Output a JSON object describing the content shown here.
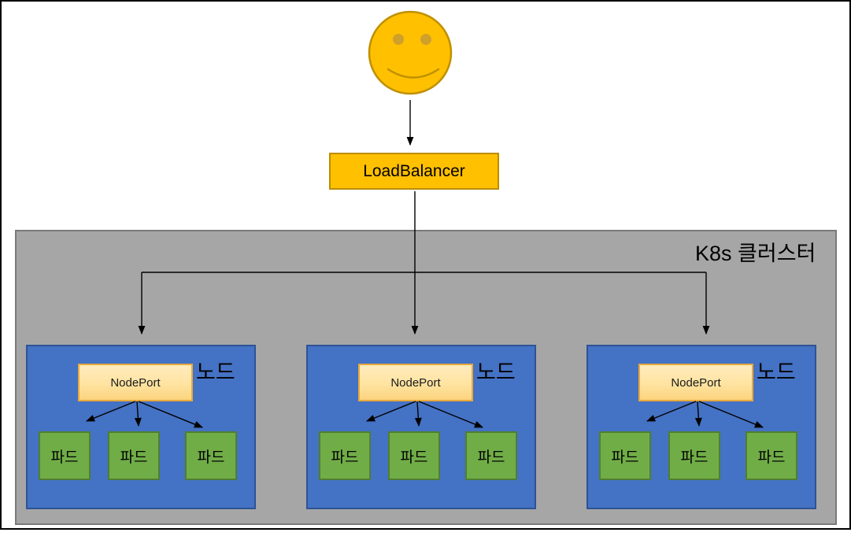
{
  "user": {
    "icon": "smiley-face-icon"
  },
  "load_balancer": {
    "label": "LoadBalancer"
  },
  "cluster": {
    "label": "K8s 클러스터",
    "nodes": [
      {
        "label": "노드",
        "node_port_label": "NodePort",
        "pods": [
          "파드",
          "파드",
          "파드"
        ]
      },
      {
        "label": "노드",
        "node_port_label": "NodePort",
        "pods": [
          "파드",
          "파드",
          "파드"
        ]
      },
      {
        "label": "노드",
        "node_port_label": "NodePort",
        "pods": [
          "파드",
          "파드",
          "파드"
        ]
      }
    ]
  },
  "colors": {
    "gold": "#FFC000",
    "gold_border": "#BC8C00",
    "smiley_eye": "#CFA02A",
    "cluster_gray": "#A6A6A6",
    "cluster_gray_border": "#7A7A7A",
    "node_blue": "#4472C4",
    "node_blue_border": "#2E5395",
    "nodeport_fill": "#FFE3A0",
    "nodeport_border": "#E9A93D",
    "pod_green": "#70AD47",
    "pod_green_border": "#507E32",
    "arrow_black": "#000000"
  }
}
